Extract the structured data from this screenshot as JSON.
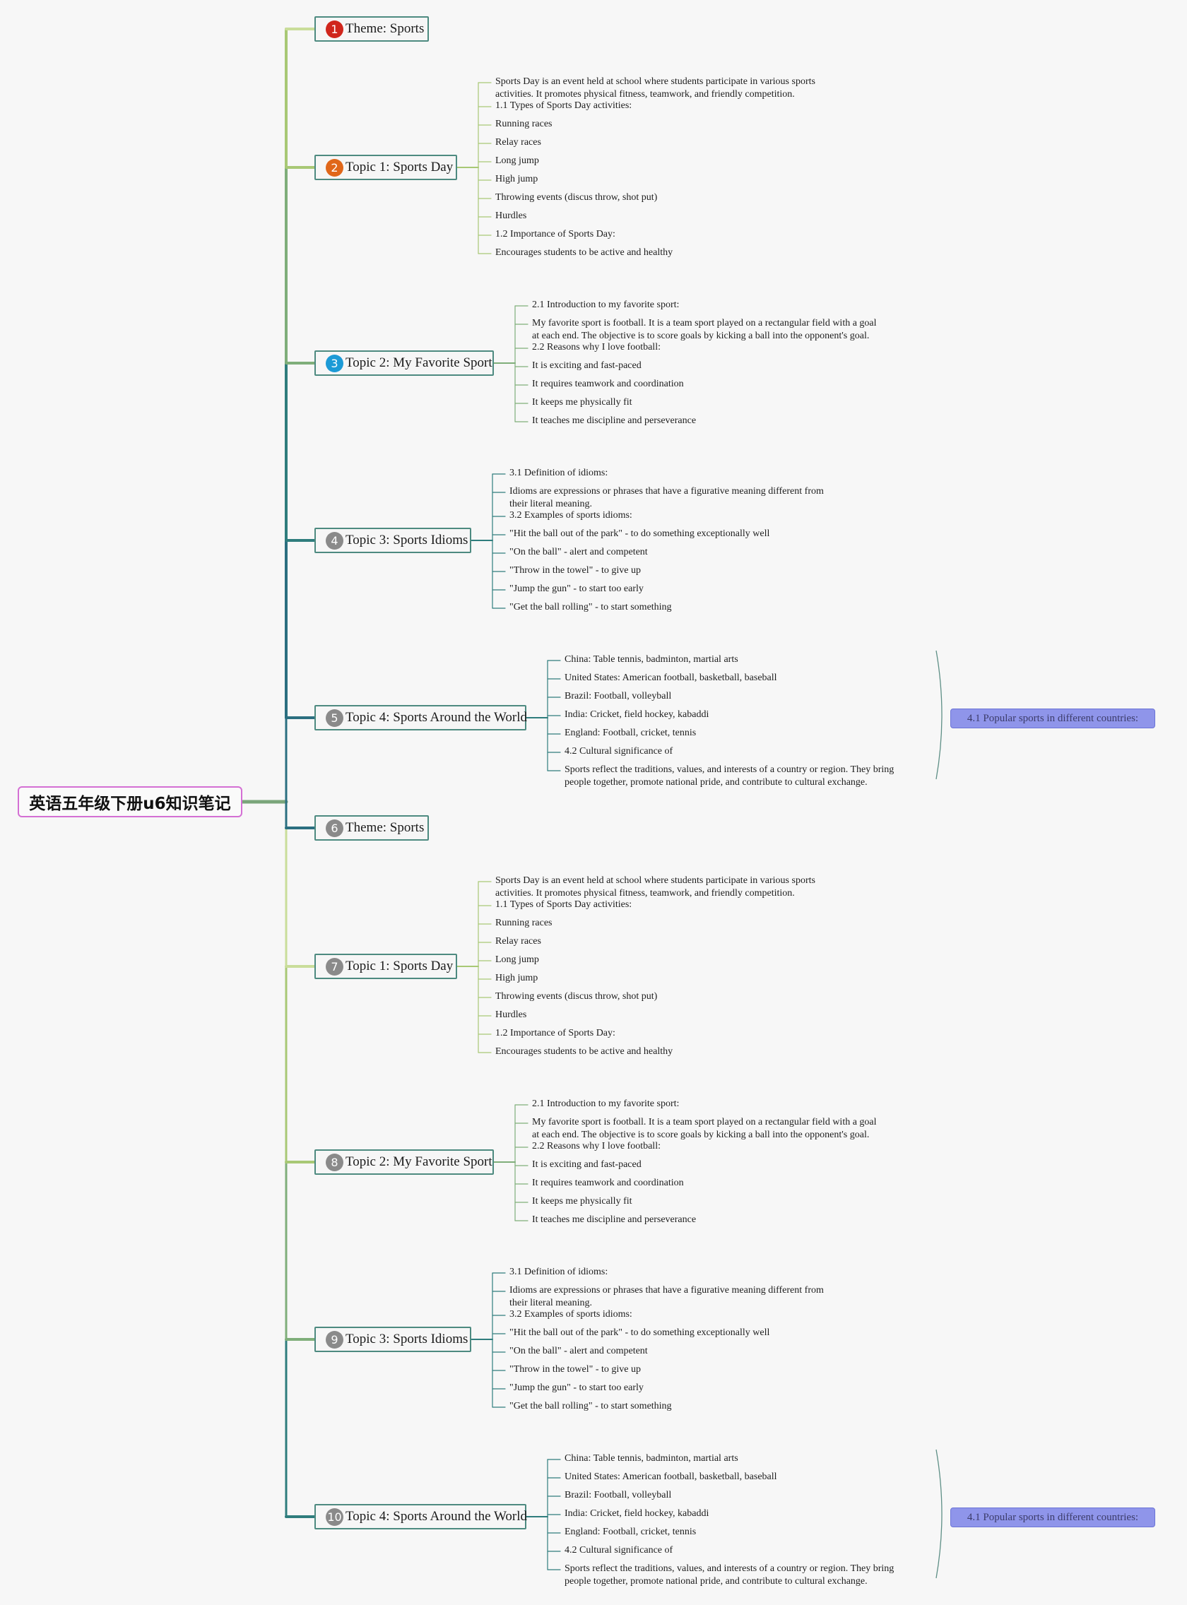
{
  "root": "英语五年级下册u6知识笔记",
  "colors": {
    "background": "#f7f7f7",
    "root_border": "#d46fd4",
    "topic_border": "#4d8a80",
    "summary_fill": "#8f95ea",
    "branch_shades": [
      "#c9dd9a",
      "#a8c875",
      "#7fae7a",
      "#2f7d7d",
      "#2b6f80"
    ],
    "badges": [
      "#d0261c",
      "#e0671a",
      "#1c9ad6",
      "#8a8a8a"
    ]
  },
  "topics": [
    {
      "num": "1",
      "label": "Theme: Sports",
      "children": []
    },
    {
      "num": "2",
      "label": "Topic 1: Sports Day",
      "children": [
        "Sports Day is an event held at school where students participate in various sports activities. It promotes physical fitness, teamwork, and friendly competition.",
        "1.1 Types of Sports Day activities:",
        "Running races",
        "Relay races",
        "Long jump",
        "High jump",
        "Throwing events (discus throw, shot put)",
        "Hurdles",
        "1.2 Importance of Sports Day:",
        "Encourages students to be active and healthy"
      ]
    },
    {
      "num": "3",
      "label": "Topic 2: My Favorite Sport",
      "children": [
        "2.1 Introduction to my favorite sport:",
        "My favorite sport is football. It is a team sport played on a rectangular field with a goal at each end. The objective is to score goals by kicking a ball into the opponent's goal.",
        "2.2 Reasons why I love football:",
        "It is exciting and fast-paced",
        "It requires teamwork and coordination",
        "It keeps me physically fit",
        "It teaches me discipline and perseverance"
      ]
    },
    {
      "num": "4",
      "label": "Topic 3: Sports Idioms",
      "children": [
        "3.1 Definition of idioms:",
        "Idioms are expressions or phrases that have a figurative meaning different from their literal meaning.",
        "3.2 Examples of sports idioms:",
        "\"Hit the ball out of the park\" - to do something exceptionally well",
        "\"On the ball\" - alert and competent",
        "\"Throw in the towel\" - to give up",
        "\"Jump the gun\" - to start too early",
        "\"Get the ball rolling\" - to start something"
      ]
    },
    {
      "num": "5",
      "label": "Topic 4: Sports Around the World",
      "children": [
        "China: Table tennis, badminton, martial arts",
        "United States: American football, basketball, baseball",
        "Brazil: Football, volleyball",
        "India: Cricket, field hockey, kabaddi",
        "England: Football, cricket, tennis",
        "4.2 Cultural significance of",
        "Sports reflect the traditions, values, and interests of a country or region. They bring people together, promote national pride, and contribute to cultural exchange."
      ],
      "summary": "4.1 Popular sports in different countries:"
    },
    {
      "num": "6",
      "label": "Theme: Sports",
      "children": []
    },
    {
      "num": "7",
      "label": "Topic 1: Sports Day",
      "children": [
        "Sports Day is an event held at school where students participate in various sports activities. It promotes physical fitness, teamwork, and friendly competition.",
        "1.1 Types of Sports Day activities:",
        "Running races",
        "Relay races",
        "Long jump",
        "High jump",
        "Throwing events (discus throw, shot put)",
        "Hurdles",
        "1.2 Importance of Sports Day:",
        "Encourages students to be active and healthy"
      ]
    },
    {
      "num": "8",
      "label": "Topic 2: My Favorite Sport",
      "children": [
        "2.1 Introduction to my favorite sport:",
        "My favorite sport is football. It is a team sport played on a rectangular field with a goal at each end. The objective is to score goals by kicking a ball into the opponent's goal.",
        "2.2 Reasons why I love football:",
        "It is exciting and fast-paced",
        "It requires teamwork and coordination",
        "It keeps me physically fit",
        "It teaches me discipline and perseverance"
      ]
    },
    {
      "num": "9",
      "label": "Topic 3: Sports Idioms",
      "children": [
        "3.1 Definition of idioms:",
        "Idioms are expressions or phrases that have a figurative meaning different from their literal meaning.",
        "3.2 Examples of sports idioms:",
        "\"Hit the ball out of the park\" - to do something exceptionally well",
        "\"On the ball\" - alert and competent",
        "\"Throw in the towel\" - to give up",
        "\"Jump the gun\" - to start too early",
        "\"Get the ball rolling\" - to start something"
      ]
    },
    {
      "num": "10",
      "label": "Topic 4: Sports Around the World",
      "children": [
        "China: Table tennis, badminton, martial arts",
        "United States: American football, basketball, baseball",
        "Brazil: Football, volleyball",
        "India: Cricket, field hockey, kabaddi",
        "England: Football, cricket, tennis",
        "4.2 Cultural significance of",
        "Sports reflect the traditions, values, and interests of a country or region. They bring people together, promote national pride, and contribute to cultural exchange."
      ],
      "summary": "4.1 Popular sports in different countries:"
    }
  ]
}
